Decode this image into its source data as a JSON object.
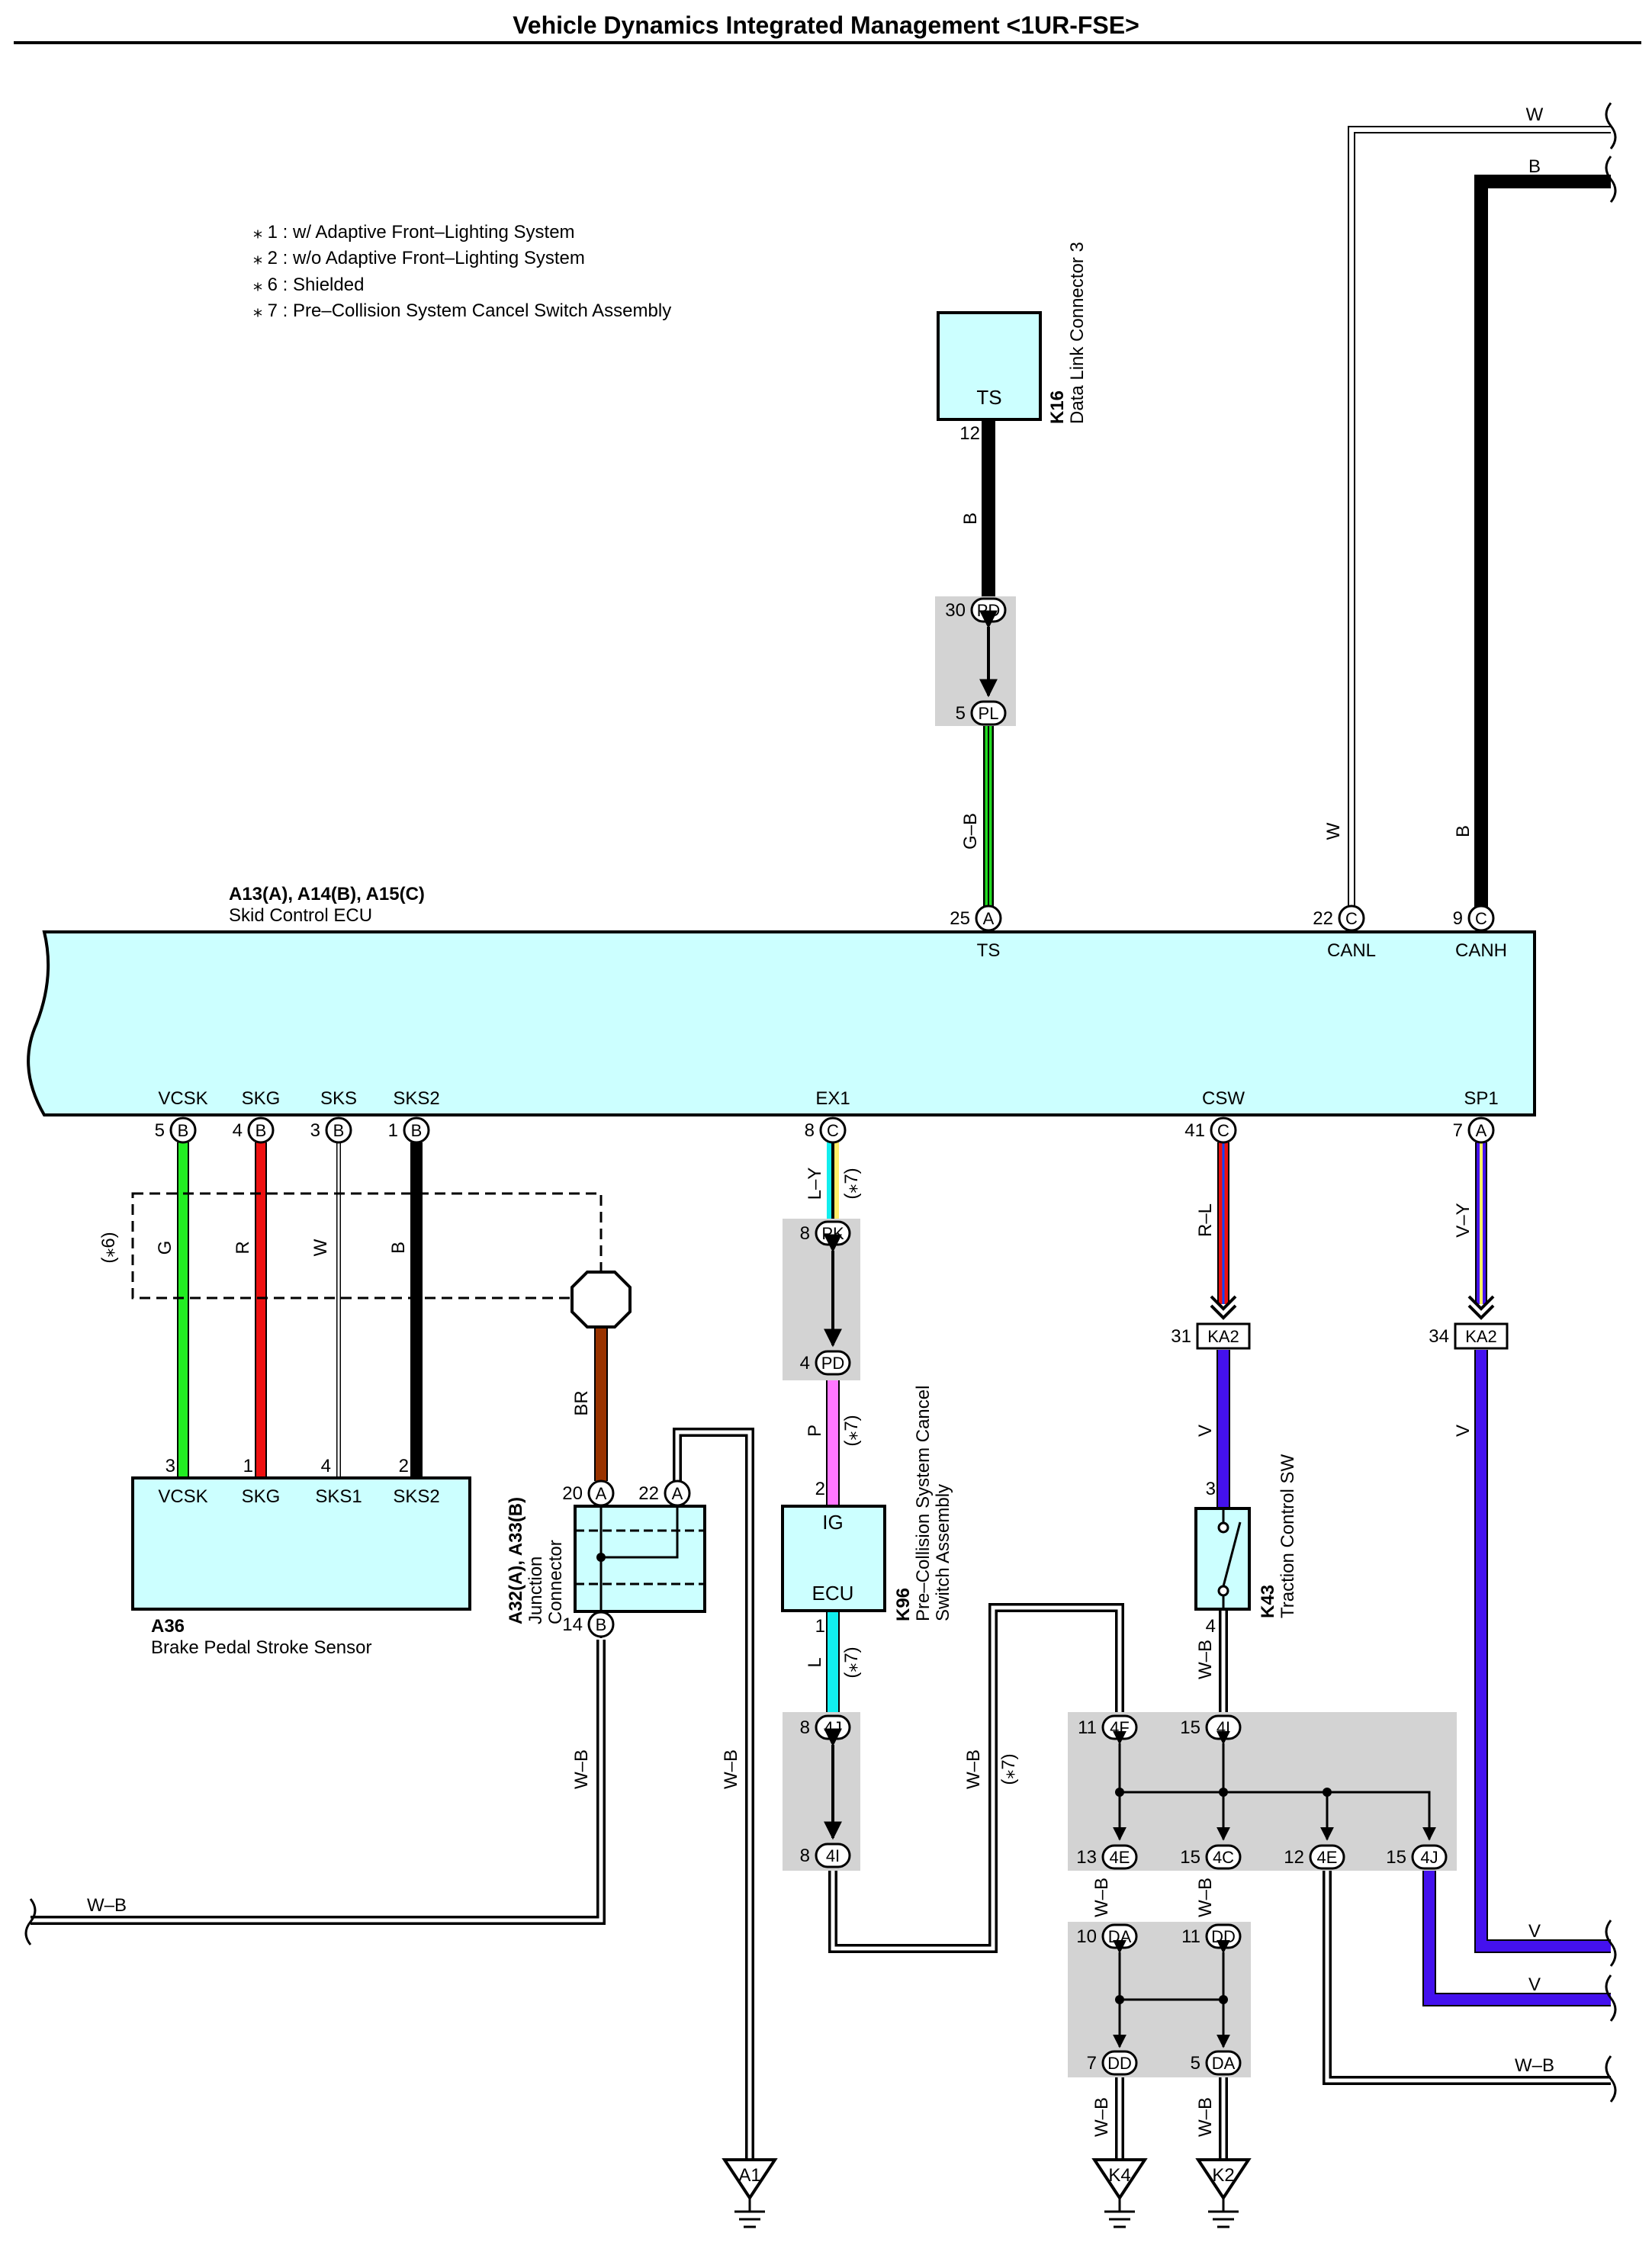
{
  "title": "Vehicle Dynamics Integrated Management <1UR-FSE>",
  "notes": [
    "⁎ 1 : w/ Adaptive Front–Lighting System",
    "⁎ 2 : w/o Adaptive Front–Lighting System",
    "⁎ 6 : Shielded",
    "⁎ 7 : Pre–Collision System Cancel Switch Assembly"
  ],
  "colors": {
    "component_fill": "#ccffff",
    "junction_fill": "#d3d3d3",
    "wire_green": "#22dd22",
    "wire_red": "#ee1111",
    "wire_brown": "#993300",
    "wire_violet": "#4411ee",
    "wire_pink": "#ff77ff",
    "wire_cyan": "#11eeee",
    "wire_yellow": "#ffee66"
  },
  "components": {
    "skid_ecu": {
      "code": "A13(A), A14(B), A15(C)",
      "name": "Skid Control ECU",
      "pins": {
        "ts": {
          "num": "25",
          "conn": "A",
          "label": "TS"
        },
        "canl": {
          "num": "22",
          "conn": "C",
          "label": "CANL"
        },
        "canh": {
          "num": "9",
          "conn": "C",
          "label": "CANH"
        },
        "vcsk": {
          "num": "5",
          "conn": "B",
          "label": "VCSK"
        },
        "skg": {
          "num": "4",
          "conn": "B",
          "label": "SKG"
        },
        "sks": {
          "num": "3",
          "conn": "B",
          "label": "SKS"
        },
        "sks2": {
          "num": "1",
          "conn": "B",
          "label": "SKS2"
        },
        "ex1": {
          "num": "8",
          "conn": "C",
          "label": "EX1"
        },
        "csw": {
          "num": "41",
          "conn": "C",
          "label": "CSW"
        },
        "sp1": {
          "num": "7",
          "conn": "A",
          "label": "SP1"
        }
      }
    },
    "dlc3": {
      "code": "K16",
      "name": "Data Link Connector 3",
      "term": "TS",
      "pin": "12"
    },
    "sensor": {
      "code": "A36",
      "name": "Brake Pedal Stroke Sensor",
      "pins": [
        {
          "num": "3",
          "label": "VCSK"
        },
        {
          "num": "1",
          "label": "SKG"
        },
        {
          "num": "4",
          "label": "SKS1"
        },
        {
          "num": "2",
          "label": "SKS2"
        }
      ]
    },
    "junction": {
      "code": "A32(A), A33(B)",
      "name_line1": "Junction",
      "name_line2": "Connector",
      "pin_a": {
        "num": "20",
        "conn": "A"
      },
      "pin_b": {
        "num": "22",
        "conn": "A"
      },
      "pin_c": {
        "num": "14",
        "conn": "B"
      }
    },
    "k96": {
      "code": "K96",
      "name_line1": "Pre–Collision System Cancel",
      "name_line2": "Switch Assembly",
      "term_ig": "IG",
      "term_ecu": "ECU",
      "pin_ig": "2",
      "pin_ecu": "1"
    },
    "k43": {
      "code": "K43",
      "name": "Traction Control SW",
      "pin_top": "3",
      "pin_bottom": "4"
    }
  },
  "connectors": {
    "pd_top": {
      "num": "30",
      "code": "PD"
    },
    "pl": {
      "num": "5",
      "code": "PL"
    },
    "pk": {
      "num": "8",
      "code": "PK"
    },
    "pd_bot": {
      "num": "4",
      "code": "PD"
    },
    "ka2_a": {
      "num": "31",
      "code": "KA2"
    },
    "ka2_b": {
      "num": "34",
      "code": "KA2"
    },
    "4j_top": {
      "num": "8",
      "code": "4J"
    },
    "4i_left": {
      "num": "8",
      "code": "4I"
    },
    "4f": {
      "num": "11",
      "code": "4F"
    },
    "4i_right": {
      "num": "15",
      "code": "4I"
    },
    "4e_a": {
      "num": "13",
      "code": "4E"
    },
    "4c": {
      "num": "15",
      "code": "4C"
    },
    "4e_b": {
      "num": "12",
      "code": "4E"
    },
    "4j_right": {
      "num": "15",
      "code": "4J"
    },
    "da_top": {
      "num": "10",
      "code": "DA"
    },
    "dd_top": {
      "num": "11",
      "code": "DD"
    },
    "dd_bot": {
      "num": "7",
      "code": "DD"
    },
    "da_bot": {
      "num": "5",
      "code": "DA"
    }
  },
  "wires": {
    "b": "B",
    "g_b": "G–B",
    "w": "W",
    "g": "G",
    "r": "R",
    "br": "BR",
    "l_y": "L–Y",
    "p": "P",
    "l": "L",
    "r_l": "R–L",
    "v": "V",
    "v_y": "V–Y",
    "w_b": "W–B",
    "star6": "(⁎6)",
    "star7": "(⁎7)"
  },
  "grounds": {
    "a1": "A1",
    "k4": "K4",
    "k2": "K2"
  }
}
